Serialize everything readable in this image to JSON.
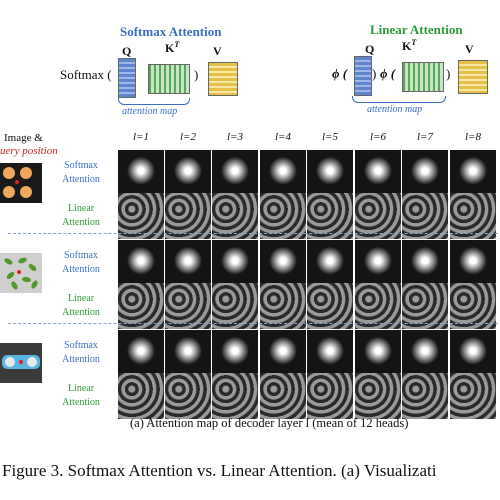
{
  "formula": {
    "softmax_title": "Softmax Attention",
    "linear_title": "Linear Attention",
    "softmax_prefix": "Softmax (",
    "close_paren": ")",
    "phi_open": "ϕ (",
    "q": "Q",
    "k": "K",
    "k_sup": "T",
    "v": "V",
    "attention_map": "attention map"
  },
  "grid": {
    "input_label_line1": "Image &",
    "input_label_line2": "uery position",
    "layer_headers": [
      "l=1",
      "l=2",
      "l=3",
      "l=4",
      "l=5",
      "l=6",
      "l=7",
      "l=8"
    ],
    "rows": [
      {
        "label1": "Softmax",
        "label2": "Attention",
        "type": "softmax"
      },
      {
        "label1": "Linear",
        "label2": "Attention",
        "type": "linear"
      },
      {
        "label1": "Softmax",
        "label2": "Attention",
        "type": "softmax"
      },
      {
        "label1": "Linear",
        "label2": "Attention",
        "type": "linear"
      },
      {
        "label1": "Softmax",
        "label2": "Attention",
        "type": "softmax"
      },
      {
        "label1": "Linear",
        "label2": "Attention",
        "type": "linear"
      }
    ]
  },
  "colors": {
    "softmax": "#3a6fc4",
    "linear": "#2f9a3a",
    "query_marker": "#e02020"
  },
  "caption": {
    "subfig": "(a) Attention map of decoder layer l (mean of 12 heads)",
    "figure": "Figure 3. Softmax Attention vs. Linear Attention. (a) Visualizati"
  }
}
